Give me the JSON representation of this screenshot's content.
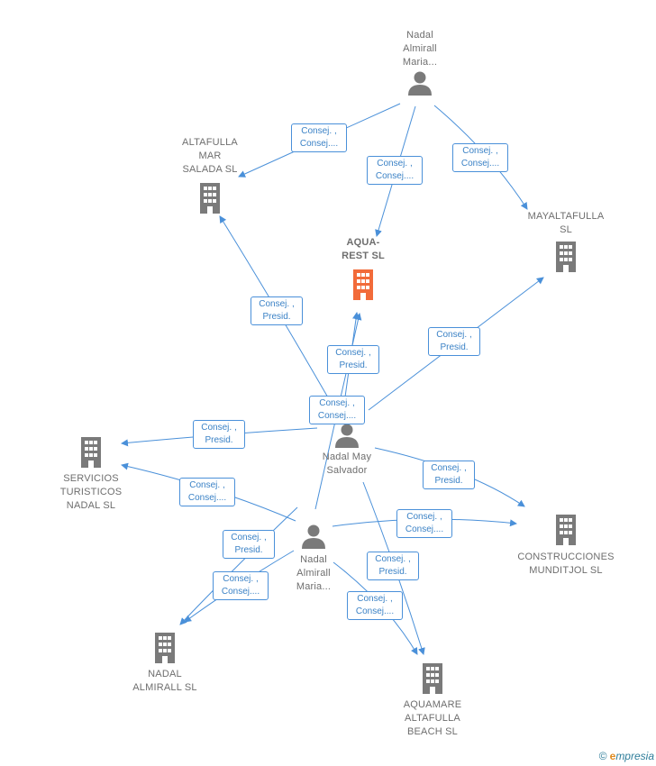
{
  "nodes": {
    "nadal_almirall_top": {
      "label": "Nadal\nAlmirall\nMaria..."
    },
    "altafulla_mar": {
      "label": "ALTAFULLA\nMAR\nSALADA  SL"
    },
    "aqua_rest": {
      "label": "AQUA-\nREST  SL"
    },
    "mayaltafulla": {
      "label": "MAYALTAFULLA\nSL"
    },
    "servicios": {
      "label": "SERVICIOS\nTURISTICOS\nNADAL SL"
    },
    "nadal_may": {
      "label": "Nadal May\nSalvador"
    },
    "construcciones": {
      "label": "CONSTRUCCIONES\nMUNDITJOL SL"
    },
    "nadal_almirall_mid": {
      "label": "Nadal\nAlmirall\nMaria..."
    },
    "nadal_almirall_sl": {
      "label": "NADAL\nALMIRALL SL"
    },
    "aquamare": {
      "label": "AQUAMARE\nALTAFULLA\nBEACH SL"
    }
  },
  "relations": {
    "r1": "Consej. ,\nConsej....",
    "r2": "Consej. ,\nConsej....",
    "r3": "Consej. ,\nConsej....",
    "r4": "Consej. ,\nPresid.",
    "r5": "Consej. ,\nPresid.",
    "r6": "Consej. ,\nPresid.",
    "r7": "Consej. ,\nConsej....",
    "r8": "Consej. ,\nPresid.",
    "r9": "Consej. ,\nPresid.",
    "r10": "Consej. ,\nConsej....",
    "r11": "Consej. ,\nConsej....",
    "r12": "Consej. ,\nPresid.",
    "r13": "Consej. ,\nConsej....",
    "r14": "Consej. ,\nPresid.",
    "r15": "Consej. ,\nConsej...."
  },
  "colors": {
    "edge": "#4a90d9",
    "company": "#7a7a7a",
    "focus_company": "#f26b3a",
    "person": "#7a7a7a"
  },
  "icons": {
    "person": "person-icon",
    "company": "building-icon"
  },
  "brand": {
    "symbol": "©",
    "initial": "e",
    "name": "mpresia"
  }
}
